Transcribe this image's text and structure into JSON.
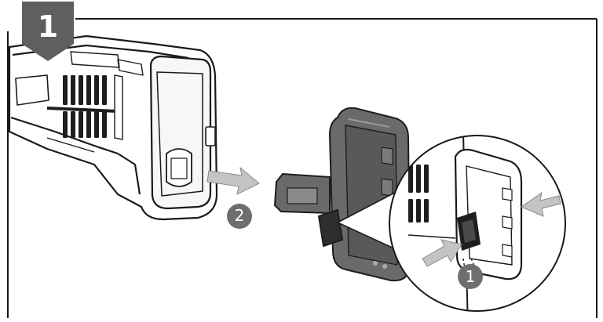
{
  "step": {
    "number": "1"
  },
  "callouts": [
    {
      "label": "2",
      "meaning": ""
    },
    {
      "label": "1",
      "meaning": ""
    }
  ],
  "colors": {
    "step_badge": "#5f5f5f",
    "callout_fill": "#6e6e6e",
    "battery_body": "#6a6a6a",
    "battery_dark": "#3f3f3f",
    "arrow_fill": "#c4c4c4",
    "frame_line": "#1a1a1a"
  },
  "icons": [
    "step-badge-icon",
    "push-arrow-icon",
    "pull-arrow-icon",
    "release-button-icon",
    "magnifier-circle-icon"
  ]
}
